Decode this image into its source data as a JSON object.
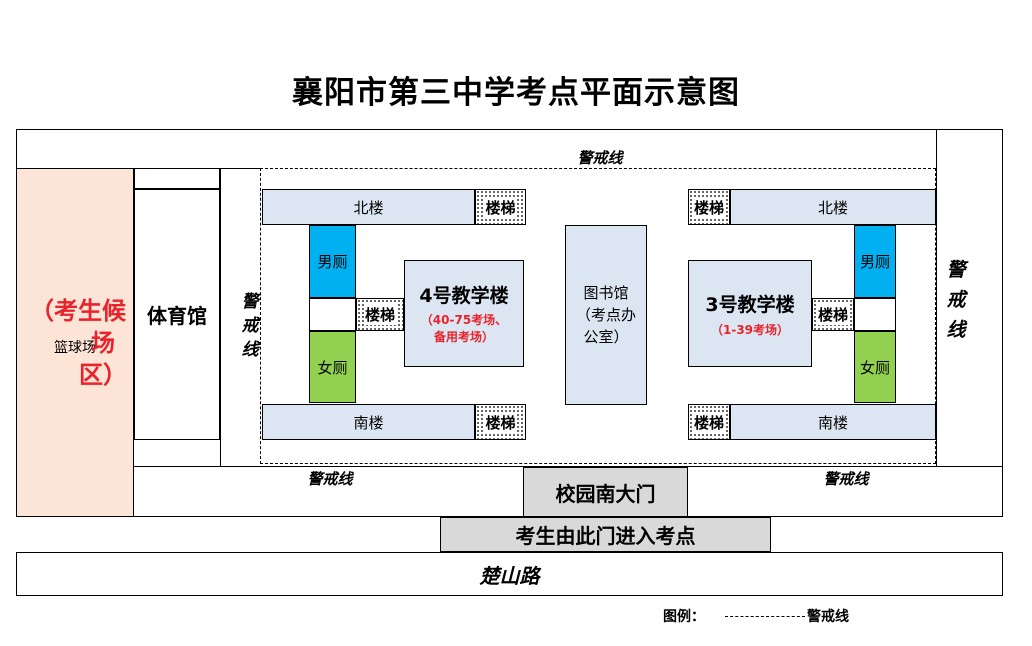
{
  "title": "襄阳市第三中学考点平面示意图",
  "basketball": {
    "label": "篮球场",
    "note": "（考生候场区）"
  },
  "gym": "体育馆",
  "guard_line": "警戒线",
  "building4": {
    "name": "4号教学楼",
    "rooms": "（40-75考场、备用考场）",
    "north": "北楼",
    "south": "南楼",
    "stairs": "楼梯",
    "male_wc": "男厕",
    "female_wc": "女厕"
  },
  "building3": {
    "name": "3号教学楼",
    "rooms": "（1-39考场）",
    "north": "北楼",
    "south": "南楼",
    "stairs": "楼梯",
    "male_wc": "男厕",
    "female_wc": "女厕"
  },
  "library": "图书馆（考点办公室）",
  "south_gate": "校园南大门",
  "entrance": "考生由此门进入考点",
  "road": "楚山路",
  "legend": {
    "label": "图例：",
    "line_label": "警戒线"
  },
  "colors": {
    "male": "#00b0f0",
    "female": "#92d050",
    "building": "#dce6f2",
    "basketball": "#fce4d6",
    "gate": "#d9d9d9",
    "note": "#e8232b"
  }
}
